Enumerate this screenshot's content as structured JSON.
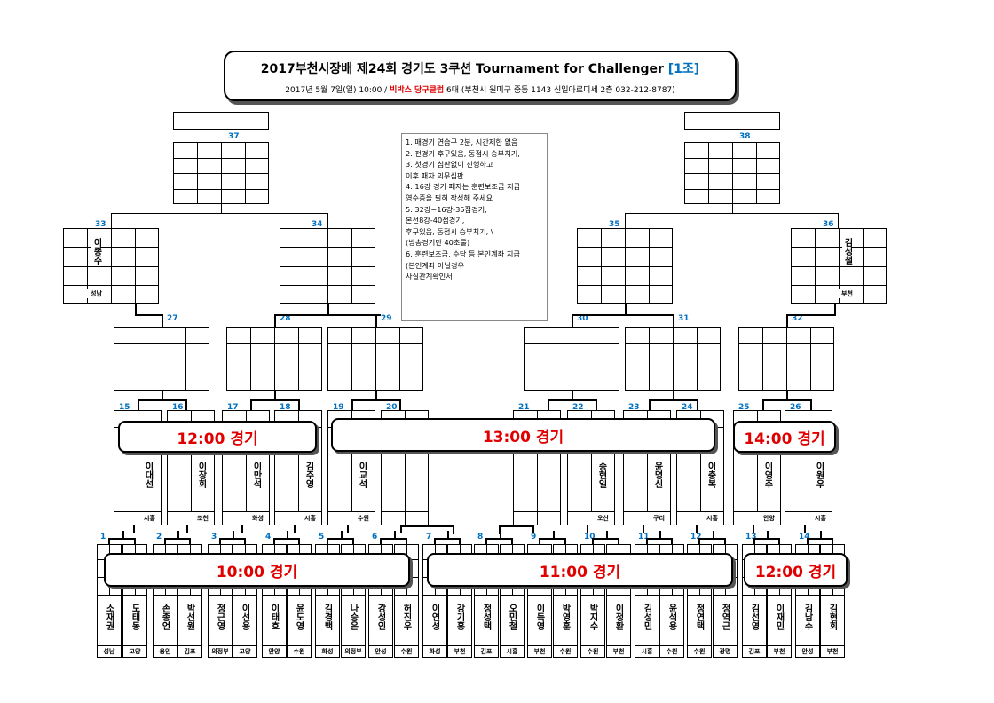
{
  "header": {
    "title_main": "2017부천시장배  제24회 경기도 3쿠션 Tournament for Challenger ",
    "title_group": "[1조]",
    "subtitle_pre": "2017년 5월 7일(일) 10:00 / ",
    "subtitle_venue": "빅박스 당구클럽",
    "subtitle_post": " 6대 (부천시 원미구 중동 1143 신일아르디세 2층 032-212-8787)"
  },
  "notes": [
    "1. 매경기 연습구 2분, 시간제한 없음",
    "2. 전경기 후구있음, 동점시 승부치기,",
    "3. 첫경기 심판없이 진행하고",
    "    이후 패자 의무심판",
    "4. 16강 경기 패자는 훈련보조금 지급",
    "    영수증을 필히 작성해 주세요",
    "5. 32강~16강-35점경기,",
    "    본선8강-40점경기,",
    "    후구있음, 동점시 승부치기, \\",
    "    (방송경기만 40초룰)",
    "6. 훈련보조금, 수당 등 본인계좌 지급",
    "    (본인계좌 아닐경우",
    "사실관계확인서"
  ],
  "banners": {
    "b1": "12:00 경기",
    "b2": "13:00 경기",
    "b3": "14:00 경기",
    "b4": "10:00 경기",
    "b5": "11:00 경기",
    "b6": "12:00 경기"
  },
  "match_numbers": {
    "m1": "1",
    "m2": "2",
    "m3": "3",
    "m4": "4",
    "m5": "5",
    "m6": "6",
    "m7": "7",
    "m8": "8",
    "m9": "9",
    "m10": "10",
    "m11": "11",
    "m12": "12",
    "m13": "13",
    "m14": "14",
    "m15": "15",
    "m16": "16",
    "m17": "17",
    "m18": "18",
    "m19": "19",
    "m20": "20",
    "m21": "21",
    "m22": "22",
    "m23": "23",
    "m24": "24",
    "m25": "25",
    "m26": "26",
    "m27": "27",
    "m28": "28",
    "m29": "29",
    "m30": "30",
    "m31": "31",
    "m32": "32",
    "m33": "33",
    "m34": "34",
    "m35": "35",
    "m36": "36",
    "m37": "37",
    "m38": "38"
  },
  "players_r32": [
    {
      "name": "소재권",
      "city": "성남"
    },
    {
      "name": "도태동",
      "city": "고양"
    },
    {
      "name": "손종언",
      "city": "용인"
    },
    {
      "name": "박선원",
      "city": "김포"
    },
    {
      "name": "정근영",
      "city": "의정부"
    },
    {
      "name": "이선용",
      "city": "고양"
    },
    {
      "name": "이태호",
      "city": "안양"
    },
    {
      "name": "윤도영",
      "city": "수원"
    },
    {
      "name": "김경백",
      "city": "화성"
    },
    {
      "name": "나승은",
      "city": "의정부"
    },
    {
      "name": "강성인",
      "city": "안성"
    },
    {
      "name": "허진우",
      "city": "수원"
    },
    {
      "name": "이연성",
      "city": "화성"
    },
    {
      "name": "강기홍",
      "city": "부천"
    },
    {
      "name": "정성택",
      "city": "김포"
    },
    {
      "name": "오민철",
      "city": "시흥"
    },
    {
      "name": "이득영",
      "city": "부천"
    },
    {
      "name": "박영훈",
      "city": "수원"
    },
    {
      "name": "박지수",
      "city": "수원"
    },
    {
      "name": "이정환",
      "city": "부천"
    },
    {
      "name": "김성민",
      "city": "시흥"
    },
    {
      "name": "윤석용",
      "city": "수원"
    },
    {
      "name": "정연택",
      "city": "수원"
    },
    {
      "name": "정역근",
      "city": "광명"
    },
    {
      "name": "김선영",
      "city": "김포"
    },
    {
      "name": "이재민",
      "city": "부천"
    },
    {
      "name": "김남수",
      "city": "안성"
    },
    {
      "name": "김현회",
      "city": "부천"
    }
  ],
  "players_r16": [
    {
      "name": "이대선",
      "city": "시흥"
    },
    {
      "name": "이장희",
      "city": "조천"
    },
    {
      "name": "이만석",
      "city": "화성"
    },
    {
      "name": "김주영",
      "city": "시흥"
    },
    {
      "name": "이교석",
      "city": "수원"
    },
    {
      "name": "송현일",
      "city": "오산"
    },
    {
      "name": "윤명신",
      "city": "구리"
    },
    {
      "name": "이충복",
      "city": "시흥"
    },
    {
      "name": "이영주",
      "city": "안양"
    },
    {
      "name": "이원우",
      "city": "시흥"
    }
  ],
  "players_r8": [
    {
      "name": "이종주",
      "city": "성남"
    },
    {
      "name": "김성철",
      "city": "부천"
    }
  ]
}
